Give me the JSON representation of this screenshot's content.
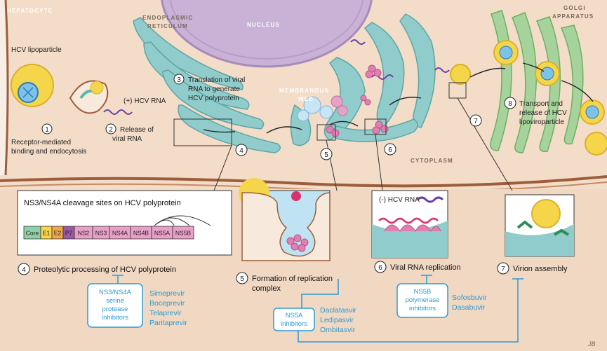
{
  "labels": {
    "hepatocyte": "HEPATOCYTE",
    "nucleus": "NUCLEUS",
    "er_line1": "ENDOPLASMIC",
    "er_line2": "RETICULUM",
    "golgi_line1": "GOLGI",
    "golgi_line2": "APPARATUS",
    "web_line1": "MEMBRANOUS",
    "web_line2": "WEB",
    "cytoplasm": "CYTOPLASM",
    "lipoparticle": "HCV lipoparticle",
    "plus_rna": "(+) HCV RNA",
    "minus_rna": "(-) HCV RNA",
    "signature": "JB"
  },
  "steps": [
    {
      "num": "1",
      "lines": [
        "Receptor-mediated",
        "binding and endocytosis"
      ]
    },
    {
      "num": "2",
      "lines": [
        "Release of",
        "viral RNA"
      ]
    },
    {
      "num": "3",
      "lines": [
        "Translation of viral",
        "RNA to generate",
        "HCV polyprotein"
      ]
    },
    {
      "num": "4",
      "lines": []
    },
    {
      "num": "5",
      "lines": []
    },
    {
      "num": "6",
      "lines": []
    },
    {
      "num": "7",
      "lines": []
    },
    {
      "num": "8",
      "lines": [
        "Transport and",
        "release of HCV",
        "lipoviroparticle"
      ]
    }
  ],
  "panels": {
    "polyprotein_title": "NS3/NS4A cleavage sites on HCV polyprotein",
    "segments": [
      "Core",
      "E1",
      "E2",
      "P7",
      "NS2",
      "NS3",
      "NS4A",
      "NS4B",
      "NS5A",
      "NS5B"
    ],
    "captions": [
      {
        "num": "4",
        "text": [
          "Proteolytic processing of HCV polyprotein"
        ]
      },
      {
        "num": "5",
        "text": [
          "Formation of replication",
          "complex"
        ]
      },
      {
        "num": "6",
        "text": [
          "Viral RNA replication"
        ]
      },
      {
        "num": "7",
        "text": [
          "Virion assembly"
        ]
      }
    ]
  },
  "drug_classes": [
    {
      "lines": [
        "NS3/NS4A",
        "serine",
        "protease",
        "inhibitors"
      ],
      "drugs": [
        "Simeprevir",
        "Boceprevir",
        "Telaprevir",
        "Paritaprevir"
      ]
    },
    {
      "lines": [
        "NS5A",
        "inhibitors"
      ],
      "drugs": [
        "Daclatasvir",
        "Ledipasvir",
        "Ombitasvir"
      ]
    },
    {
      "lines": [
        "NS5B",
        "polymerase",
        "inhibitors"
      ],
      "drugs": [
        "Sofosbuvir",
        "Dasabuvir"
      ]
    }
  ],
  "colors": {
    "cytoplasm": "#f3dcc8",
    "membrane": "#9c5d3c",
    "er": "#8fcccb",
    "nucleus": "#c9b2d6",
    "golgi": "#a6d39b",
    "vesicle": "#f5d64a",
    "drug_blue": "#2b9bd3",
    "protein_pink": "#e07fb0"
  }
}
